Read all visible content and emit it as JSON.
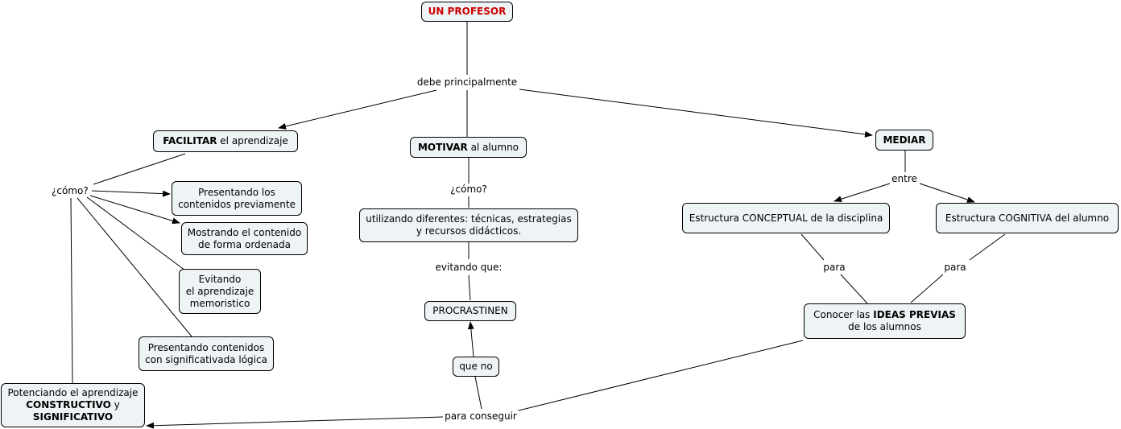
{
  "nodes": {
    "root": "UN PROFESOR",
    "facilitar_bold": "FACILITAR",
    "facilitar_rest": " el aprendizaje",
    "motivar_bold": "MOTIVAR",
    "motivar_rest": " al alumno",
    "mediar": "MEDIAR",
    "presentando_previamente_1": "Presentando los",
    "presentando_previamente_2": "contenidos previamente",
    "mostrando_1": "Mostrando el contenido",
    "mostrando_2": "de forma ordenada",
    "evitando_1": "Evitando",
    "evitando_2": "el aprendizaje",
    "evitando_3": "memoristico",
    "presentando_logica_1": "Presentando contenidos",
    "presentando_logica_2": "con significativada lógica",
    "potenciando_1": "Potenciando el aprendizaje",
    "potenciando_2_bold": "CONSTRUCTIVO",
    "potenciando_2_rest": " y",
    "potenciando_3_bold": "SIGNIFICATIVO",
    "utilizando_1": "utilizando diferentes: técnicas, estrategias",
    "utilizando_2": "y recursos didácticos.",
    "procrastinen": "PROCRASTINEN",
    "que_no": "que no",
    "conceptual": "Estructura CONCEPTUAL de la disciplina",
    "cognitiva": "Estructura COGNITIVA del alumno",
    "conocer_1_pre": "Conocer las ",
    "conocer_1_bold": "IDEAS PREVIAS",
    "conocer_2": "de los alumnos"
  },
  "labels": {
    "debe": "debe principalmente",
    "como_left": "¿cómo?",
    "como_center": "¿cómo?",
    "evitando_que": "evitando que:",
    "entre": "entre",
    "para_left": "para",
    "para_right": "para",
    "para_conseguir": "para conseguir"
  }
}
